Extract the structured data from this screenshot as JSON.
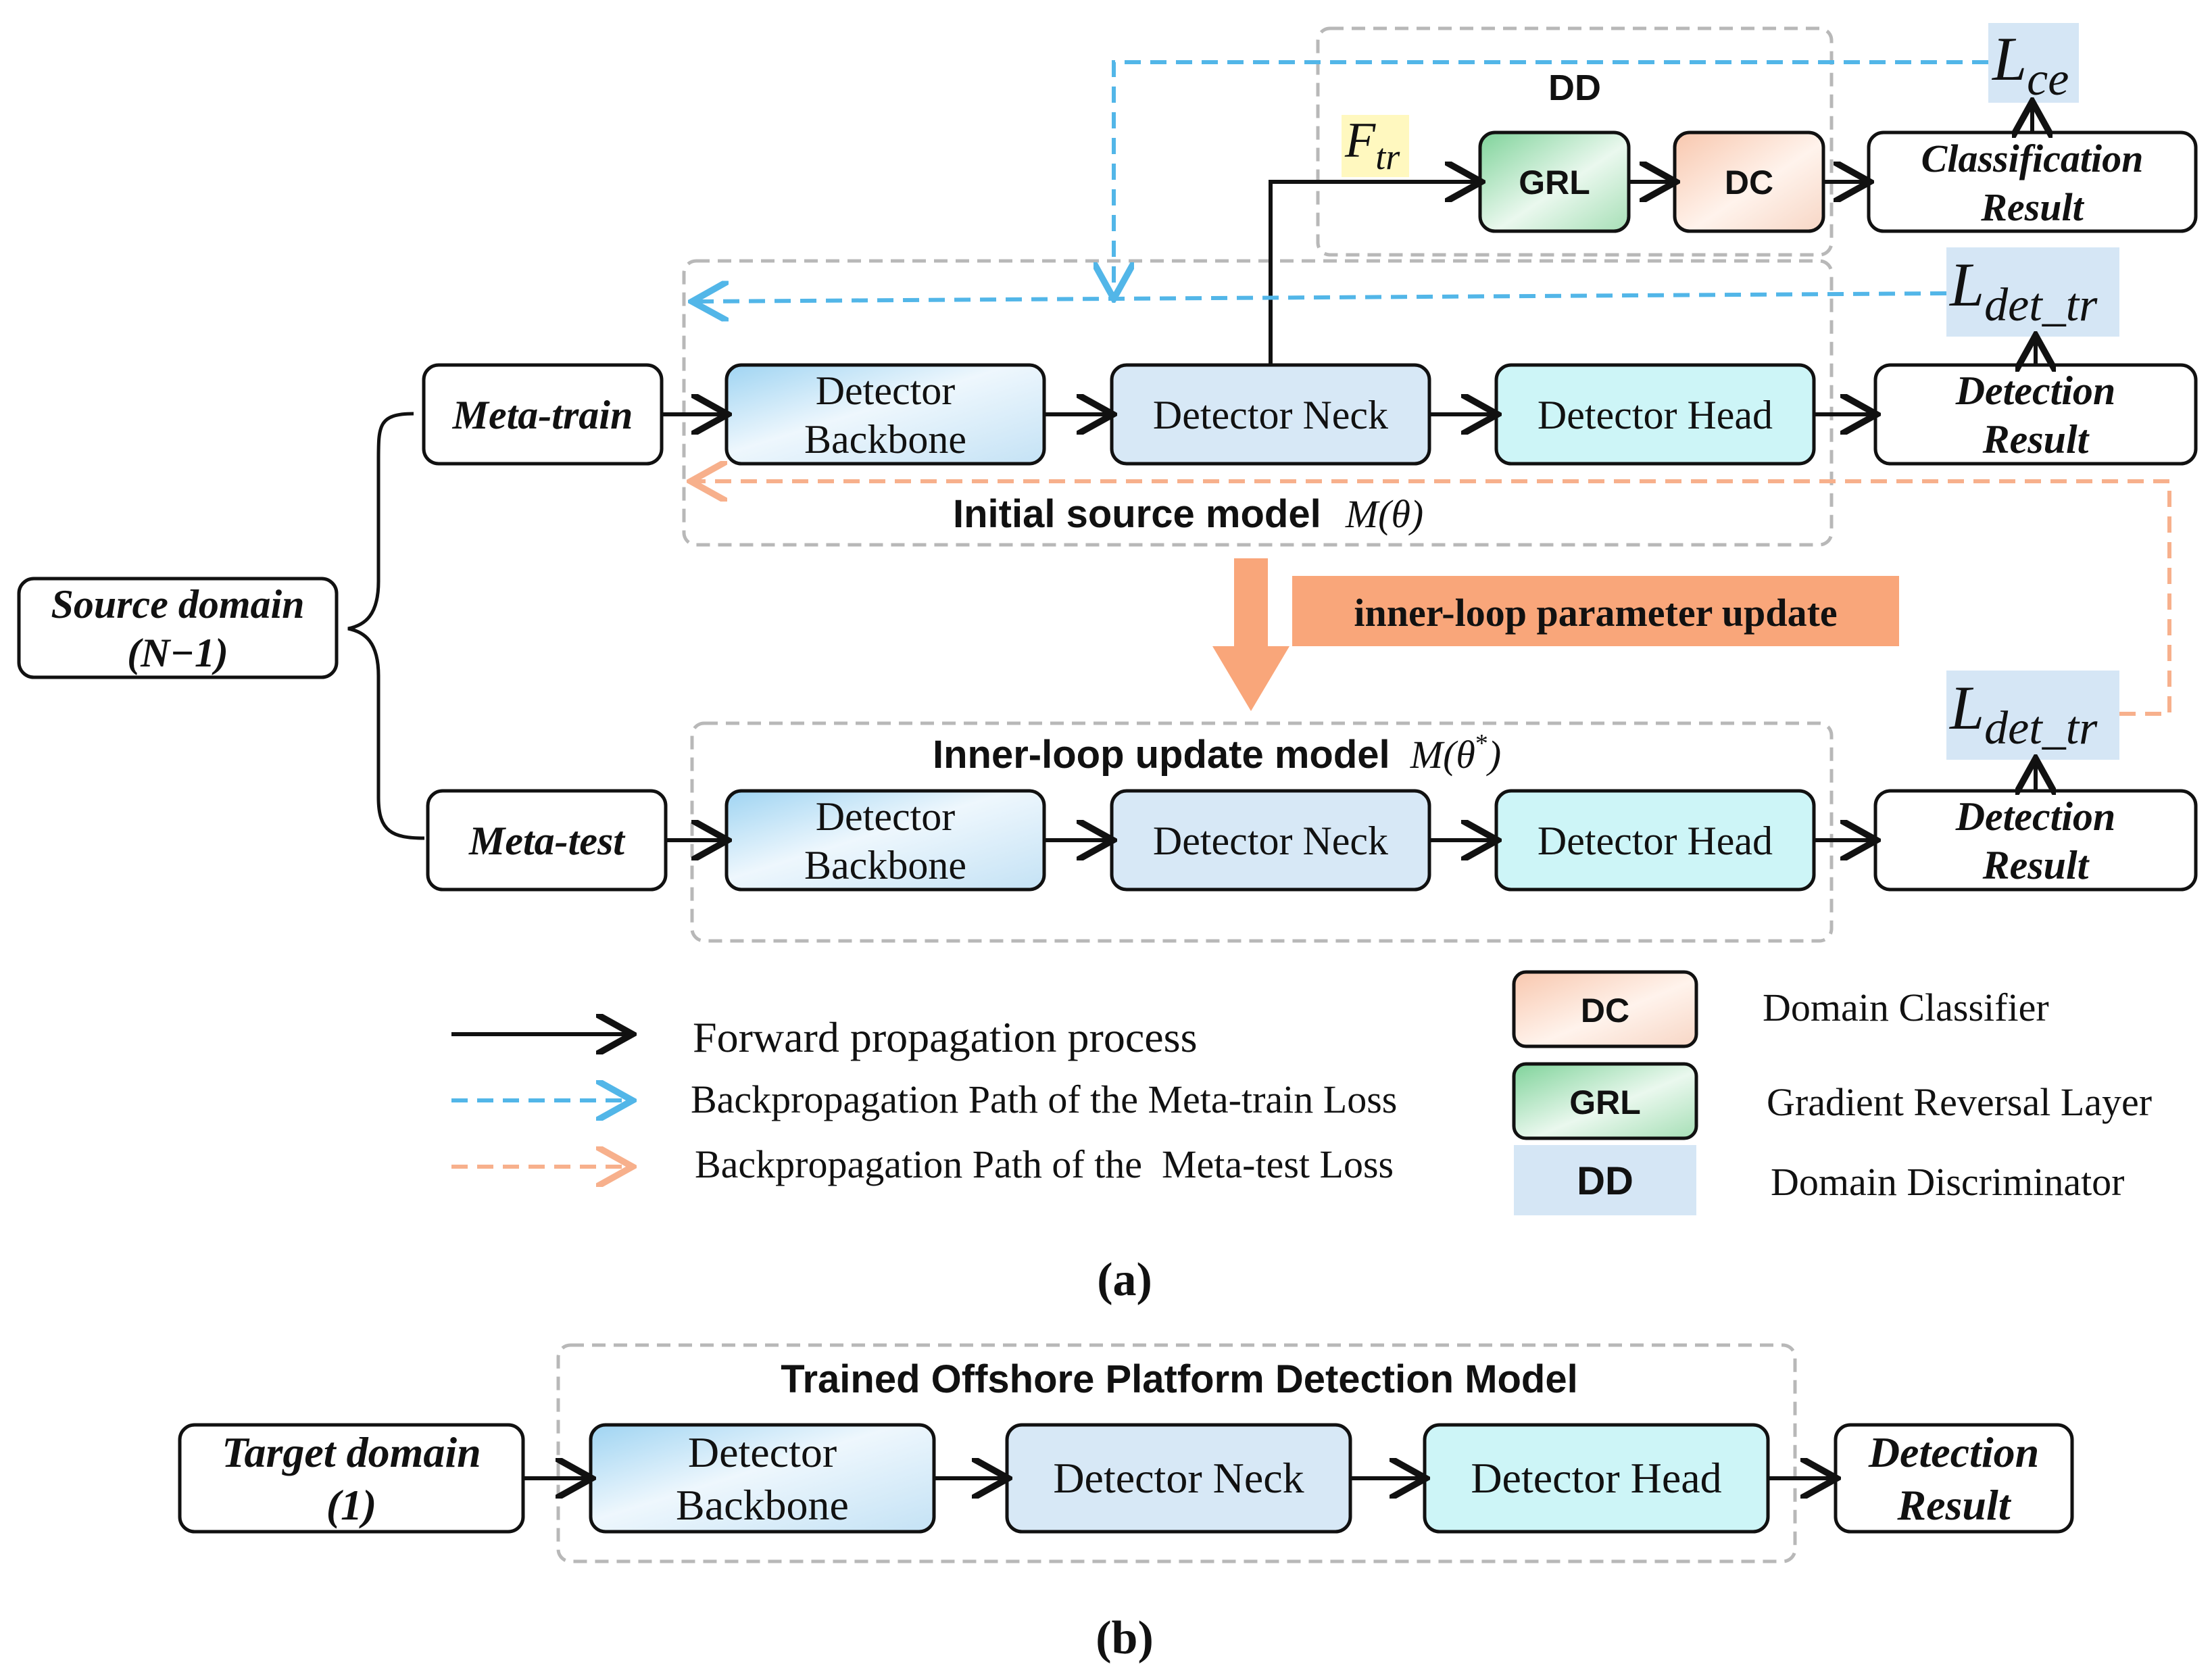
{
  "part_a": {
    "dd_label": "DD",
    "f_tr": {
      "main": "F",
      "sub": "tr"
    },
    "grl": "GRL",
    "dc": "DC",
    "classification_result": [
      "Classification",
      "Result"
    ],
    "loss_ce": {
      "main": "L",
      "sub": "ce"
    },
    "loss_det_tr_top": {
      "main": "L",
      "sub": "det_tr"
    },
    "loss_det_tr_bottom": {
      "main": "L",
      "sub": "det_tr"
    },
    "source_domain": [
      "Source domain",
      "(N−1)"
    ],
    "meta_train": "Meta-train",
    "meta_test": "Meta-test",
    "train_row": {
      "backbone": [
        "Detector",
        "Backbone"
      ],
      "neck": "Detector Neck",
      "head": "Detector Head",
      "result": [
        "Detection",
        "Result"
      ]
    },
    "test_row": {
      "backbone": [
        "Detector",
        "Backbone"
      ],
      "neck": "Detector Neck",
      "head": "Detector Head",
      "result": [
        "Detection",
        "Result"
      ]
    },
    "initial_model": {
      "label": "Initial source model",
      "math": "M(θ)"
    },
    "inner_update_label": "inner-loop parameter update",
    "inner_model": {
      "label": "Inner-loop update model",
      "math_pre": "M(θ",
      "math_sup": "*",
      "math_post": ")"
    },
    "caption": "(a)"
  },
  "legend": {
    "forward": "Forward propagation process",
    "meta_train_loss": "Backpropagation Path of the Meta-train Loss",
    "meta_test_loss": "Backpropagation Path of the  Meta-test Loss",
    "dc_key": "DC",
    "dc_desc": "Domain Classifier",
    "grl_key": "GRL",
    "grl_desc": "Gradient Reversal Layer",
    "dd_key": "DD",
    "dd_desc": "Domain Discriminator"
  },
  "part_b": {
    "title": "Trained Offshore Platform Detection Model",
    "target_domain": [
      "Target domain",
      "(1)"
    ],
    "backbone": [
      "Detector",
      "Backbone"
    ],
    "neck": "Detector Neck",
    "head": "Detector Head",
    "result": [
      "Detection",
      "Result"
    ],
    "caption": "(b)"
  },
  "colors": {
    "stroke": "#111111",
    "blue_dash": "#52b6e8",
    "orange_dash": "#f7b08c",
    "orange_arrow": "#f9a67a",
    "dd_fill": "#d5e6f5",
    "f_tr_fill": "#fff8bf",
    "neck_fill": "#d7e8f6",
    "head_fill": "#cdf5f7",
    "grey_dash": "#b8b8b8"
  }
}
